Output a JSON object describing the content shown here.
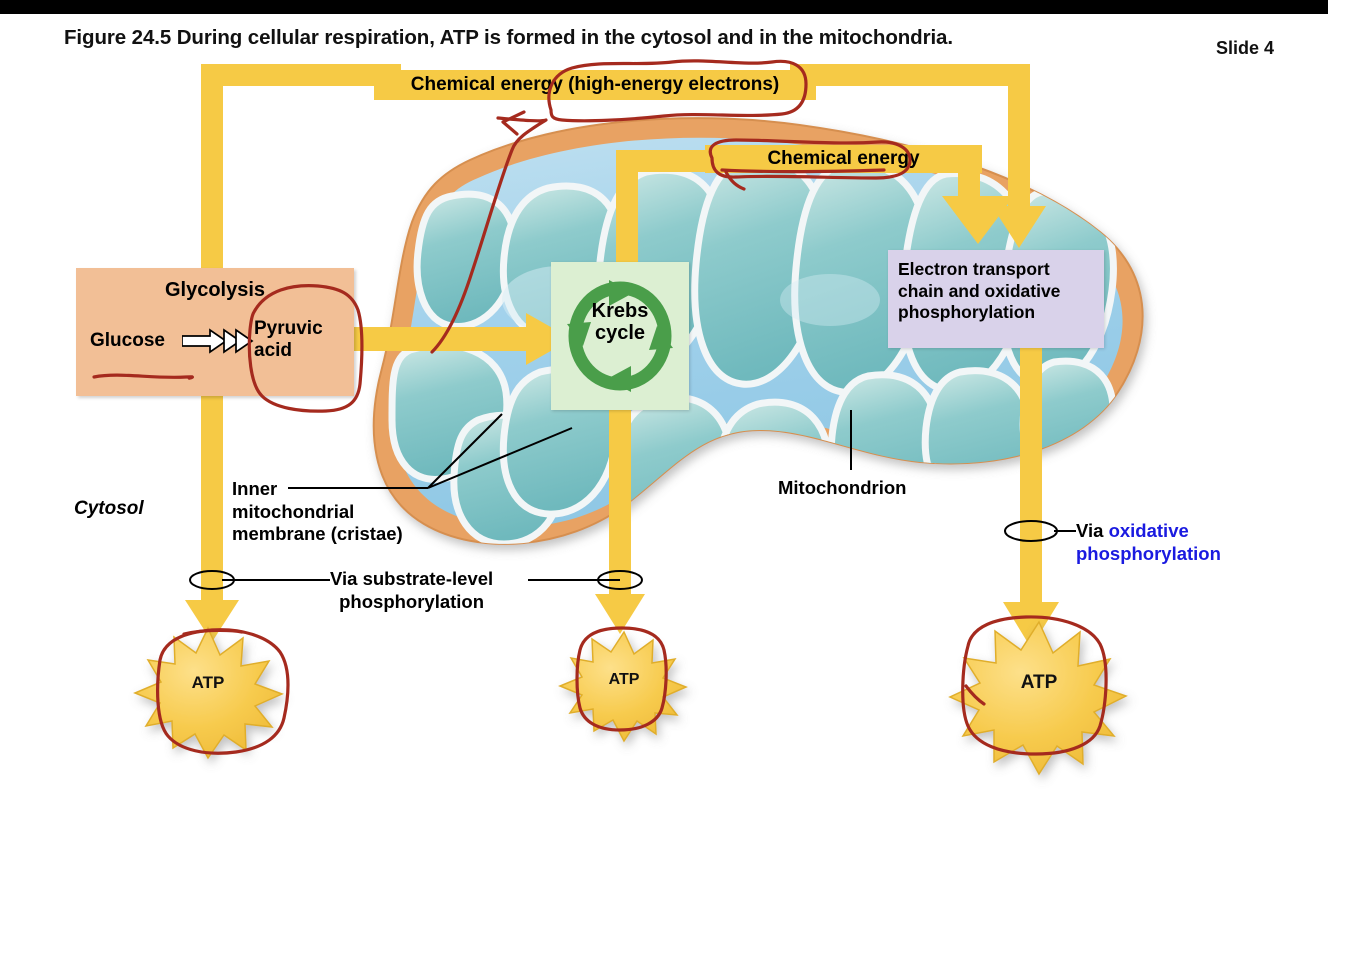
{
  "figure": {
    "title": "Figure 24.5  During cellular respiration, ATP is formed in the cytosol and in the mitochondria.",
    "slide_number": "Slide 4"
  },
  "banners": {
    "high_energy": "Chemical energy (high-energy electrons)",
    "chemical_energy": "Chemical energy"
  },
  "glycolysis": {
    "title": "Glycolysis",
    "glucose": "Glucose",
    "pyruvic_acid": "Pyruvic\nacid"
  },
  "krebs": {
    "label": "Krebs\ncycle"
  },
  "etc": {
    "label": "Electron transport chain and oxidative phosphorylation"
  },
  "labels": {
    "cytosol": "Cytosol",
    "inner_membrane": "Inner\nmitochondrial\nmembrane (cristae)",
    "mitochondrion": "Mitochondrion",
    "substrate_level": "Via substrate-level\nphosphorylation",
    "oxidative_via": "Via ",
    "oxidative_blue": "oxidative\nphosphorylation"
  },
  "atp": {
    "left": "ATP",
    "middle": "ATP",
    "right": "ATP"
  },
  "colors": {
    "arrow_yellow": "#f6ca45",
    "banner_yellow": "#f6ca45",
    "glycolysis_peach": "#f2bf96",
    "krebs_green_box": "#dcefd2",
    "krebs_green_arrow": "#4a9e4a",
    "etc_lavender": "#d9d2ea",
    "mito_outer_orange": "#e8a264",
    "mito_matrix_blue": "#a8d4ea",
    "cristae_teal": "#79c3c6",
    "annotation_red": "#a52a1e",
    "atp_gold": "#f5c842",
    "oxidative_blue_text": "#1a1ae0",
    "top_bar_black": "#000000"
  }
}
